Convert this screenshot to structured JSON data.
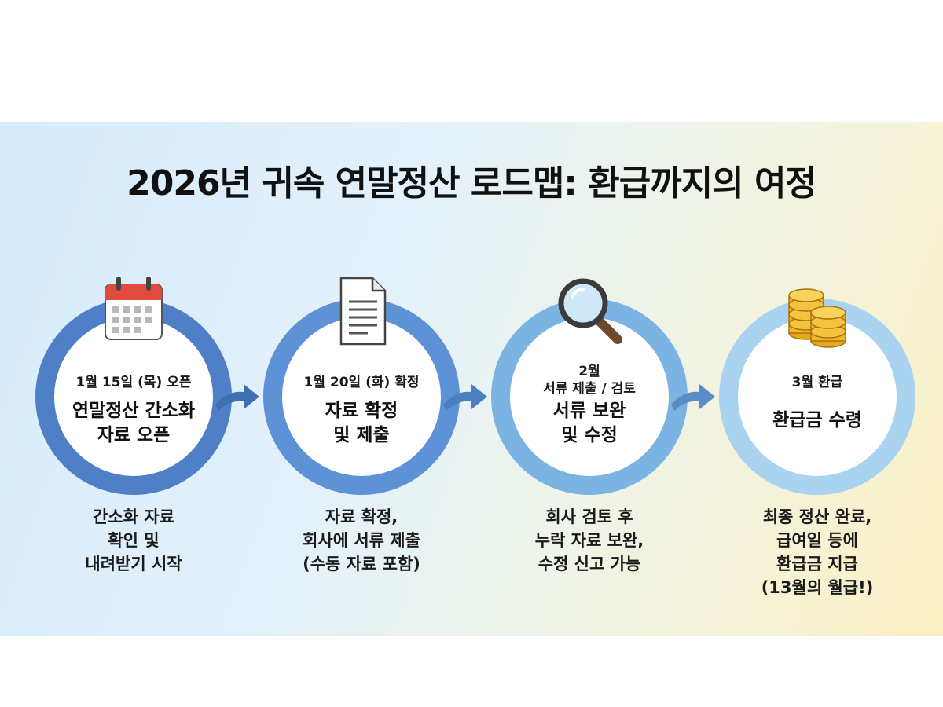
{
  "title": "2026년 귀속 연말정산 로드맵: 환급까지의 여정",
  "steps": [
    {
      "icon": "calendar-icon",
      "date": "1월 15일 (목) 오픈",
      "main_lines": [
        "연말정산 간소화",
        "자료 오픈"
      ],
      "desc_lines": [
        "간소화 자료",
        "확인 및",
        "내려받기 시작"
      ]
    },
    {
      "icon": "document-icon",
      "date": "1월 20일 (화) 확정",
      "main_lines": [
        "자료 확정",
        "및 제출"
      ],
      "desc_lines": [
        "자료 확정,",
        "회사에 서류 제출",
        "(수동 자료 포함)"
      ]
    },
    {
      "icon": "magnifier-icon",
      "date_lines": [
        "2월",
        "서류 제출 / 검토"
      ],
      "main_lines": [
        "서류 보완",
        "및 수정"
      ],
      "desc_lines": [
        "회사 검토 후",
        "누락 자료 보완,",
        "수정 신고 가능"
      ]
    },
    {
      "icon": "coins-icon",
      "date": "3월 환급",
      "main_lines": [
        "환급금 수령"
      ],
      "desc_lines": [
        "최종 정산 완료,",
        "급여일 등에",
        "환급금 지급",
        "(13월의 월급!)"
      ]
    }
  ],
  "colors": {
    "ring_1": "#4f7fc6",
    "ring_2": "#5d93d6",
    "ring_3": "#7bb3e2",
    "ring_4": "#a9d3ef",
    "arrow": "#3e6fb3"
  }
}
